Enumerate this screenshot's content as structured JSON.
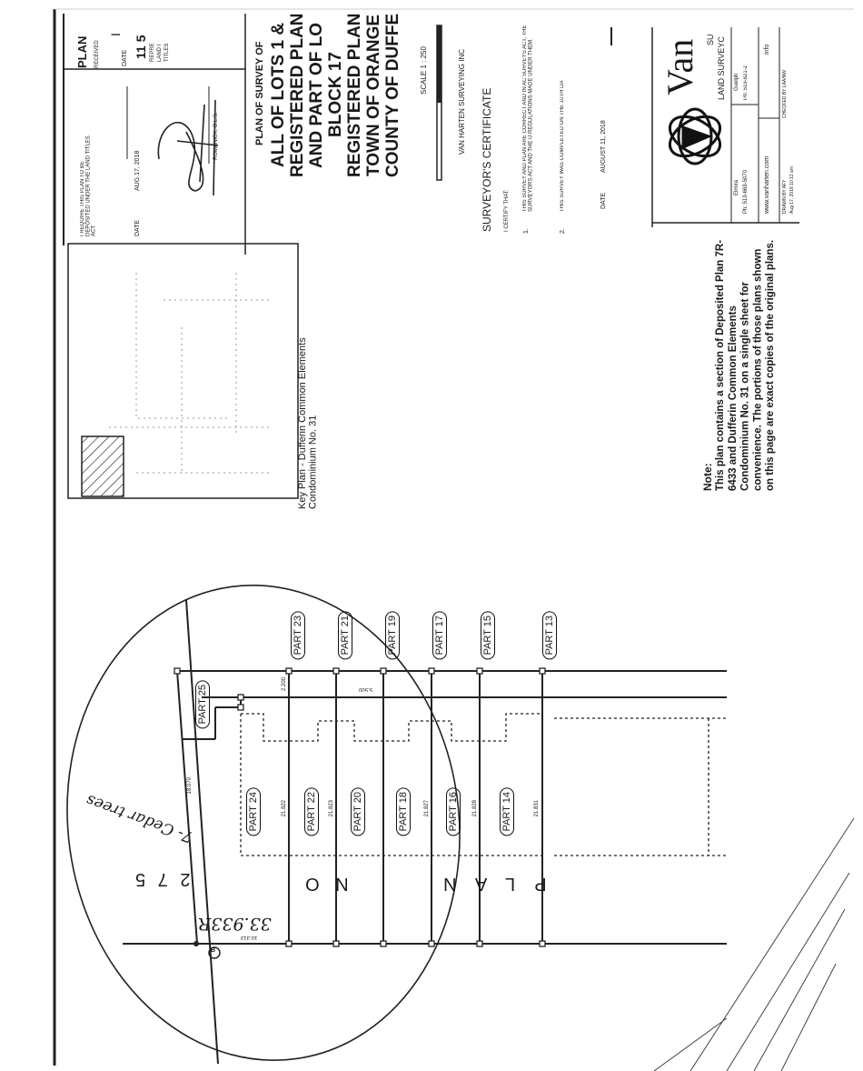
{
  "title_block": {
    "plan_received": "PLAN",
    "received_sub": "RECEIVED",
    "date_label": "DATE",
    "date_value": "I",
    "number": "11 5",
    "rep_lines": [
      "REPRE",
      "LAND I",
      "TITLES"
    ],
    "require_text": "I REQUIRE THIS PLAN TO BE DEPOSITED UNDER THE LAND TITLES ACT",
    "require_date_label": "DATE",
    "require_date_value": "AUG 17, 2018",
    "signature_name": "ROMANICK, O.L.S."
  },
  "plan_title": {
    "line0": "PLAN OF SURVEY OF",
    "line1": "ALL OF LOTS 1 &",
    "line2": "REGISTERED PLAN",
    "line3": "AND PART OF LO",
    "line4": "BLOCK 17",
    "line5": "REGISTERED PLAN",
    "line6": "TOWN OF ORANGE",
    "line7": "COUNTY OF DUFFE",
    "scale": "SCALE 1 : 250",
    "firm": "VAN HARTEN SURVEYING INC"
  },
  "certificate": {
    "heading": "SURVEYOR'S CERTIFICATE",
    "intro": "I CERTIFY THAT:",
    "item1_num": "1.",
    "item1": "THIS SURVEY AND PLAN ARE CORRECT AND IN AC SURVEYS ACT, THE SURVEYORS ACT AND THE U REGULATIONS MADE UNDER THEM.",
    "item2_num": "2.",
    "item2": "THIS SURVEY WAS COMPLETED ON THE 10TH DA",
    "date_label": "DATE",
    "date_value": "AUGUST 11, 2018"
  },
  "logo": {
    "name": "Van",
    "sub1": "SU",
    "sub2": "LAND SURVEYC",
    "office1": "Elmira",
    "phone1": "Ph: 519-669-5070",
    "office2": "Guelph",
    "phone2": "Ph: 519-821-2",
    "web": "www.vanharten.com",
    "email": "info",
    "drawn_by": "DRAWN BY  AFY",
    "checked_by": "CHECKED BY  LAA/NW",
    "footer": "Aug 17, 2018 10:12 am"
  },
  "note": {
    "heading": "Note:",
    "body": "This plan contains a section of Deposited Plan 7R-6433 and Dufferin Common Elements Condominium No. 31 on a single sheet for convenience. The portions of those plans shown on this page are exact copies of the original plans."
  },
  "key_plan": {
    "caption": "Key Plan - Dufferin Common Elements Condominium No. 31"
  },
  "drawing": {
    "parts_top": [
      "PART 23",
      "PART 21",
      "PART 19",
      "PART 17",
      "PART 15",
      "PART 13"
    ],
    "parts_bottom": [
      "PART 24",
      "PART 22",
      "PART 20",
      "PART 18",
      "PART 16",
      "PART 14"
    ],
    "part_25": "PART 25",
    "plan_no_a": "2 7 5",
    "plan_no_b": "N O",
    "plan_no_c": "P L A N",
    "handwritten_dim": "33.933R",
    "handwritten_note": "7- Cedar trees",
    "monument": "B",
    "dims": [
      "21.822",
      "21.823",
      "21.827",
      "21.828",
      "21.831",
      "2.200",
      "5.500",
      "10.313",
      "18.070"
    ]
  }
}
